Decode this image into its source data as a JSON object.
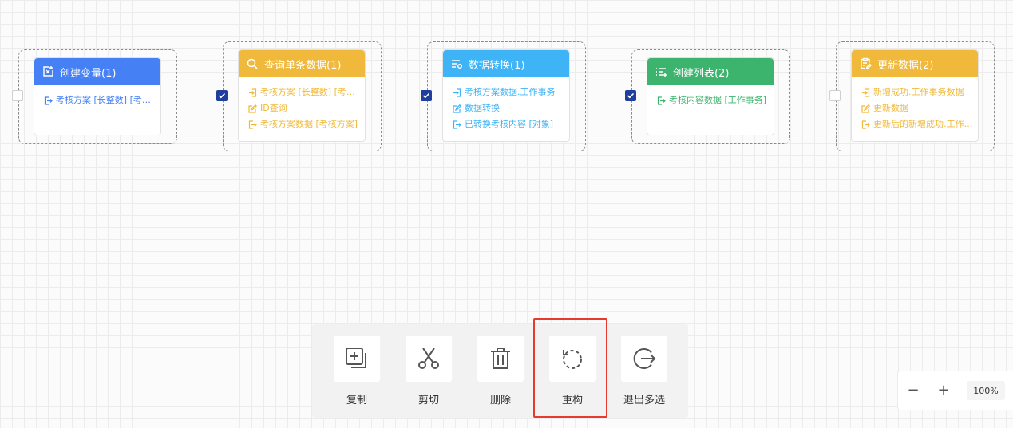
{
  "colors": {
    "blue": "#4680f5",
    "orange": "#f0b93b",
    "cyan": "#3eb3f6",
    "green": "#3db46e",
    "checked": "#1f3f9c",
    "highlight": "#e8392f"
  },
  "nodes": [
    {
      "title": "创建变量(1)",
      "icon": "variable-icon",
      "color": "blue",
      "items": [
        {
          "icon": "output-icon",
          "text": "考核方案 [长整数] [考核方案]"
        }
      ]
    },
    {
      "title": "查询单条数据(1)",
      "icon": "search-icon",
      "color": "orange",
      "items": [
        {
          "icon": "input-icon",
          "text": "考核方案 [长整数] [考核方案]"
        },
        {
          "icon": "edit-icon",
          "text": "ID查询"
        },
        {
          "icon": "output-icon",
          "text": "考核方案数据 [考核方案]"
        }
      ]
    },
    {
      "title": "数据转换(1)",
      "icon": "transform-icon",
      "color": "cyan",
      "items": [
        {
          "icon": "input-icon",
          "text": "考核方案数据.工作事务"
        },
        {
          "icon": "edit-icon",
          "text": "数据转换"
        },
        {
          "icon": "output-icon",
          "text": "已转换考核内容 [对象]"
        }
      ]
    },
    {
      "title": "创建列表(2)",
      "icon": "list-icon",
      "color": "green",
      "items": [
        {
          "icon": "output-icon",
          "text": "考核内容数据 [工作事务]"
        }
      ]
    },
    {
      "title": "更新数据(2)",
      "icon": "clipboard-edit-icon",
      "color": "orange",
      "items": [
        {
          "icon": "input-icon",
          "text": "新增成功.工作事务数据"
        },
        {
          "icon": "edit-icon",
          "text": "更新数据"
        },
        {
          "icon": "output-icon",
          "text": "更新后的新增成功.工作事务"
        }
      ]
    }
  ],
  "checkboxes": [
    {
      "checked": false
    },
    {
      "checked": true
    },
    {
      "checked": true
    },
    {
      "checked": true
    },
    {
      "checked": false
    }
  ],
  "toolbar": {
    "copy_label": "复制",
    "cut_label": "剪切",
    "delete_label": "删除",
    "rebuild_label": "重构",
    "exit_multi_label": "退出多选"
  },
  "zoom": {
    "minus": "−",
    "plus": "+",
    "value": "100%"
  }
}
